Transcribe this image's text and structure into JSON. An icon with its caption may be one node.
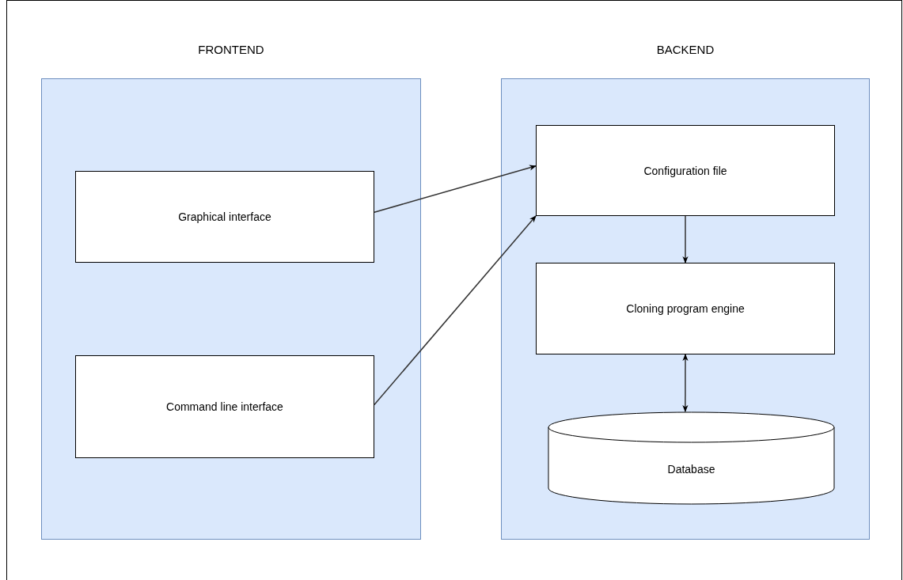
{
  "diagram": {
    "nodes": [
      {
        "text": [
          "FRONTEND"
        ]
      },
      {
        "text": [
          "Graphical interface"
        ],
        "in": 0
      },
      {
        "text": [
          "Command line interface"
        ],
        "in": 0
      },
      {
        "text": [
          "BACKEND"
        ]
      },
      {
        "text": [
          "Configuration file"
        ],
        "in": 3
      },
      {
        "text": [
          "Cloning program engine"
        ],
        "in": 3
      },
      {
        "text": [
          "Database"
        ],
        "in": 3
      }
    ],
    "edges": [
      {
        "from": 1,
        "to": 4,
        "arrow": "to"
      },
      {
        "from": 2,
        "to": 4,
        "arrow": "to"
      },
      {
        "from": 4,
        "to": 5,
        "arrow": "to"
      },
      {
        "from": 5,
        "to": 6,
        "arrow": "both"
      }
    ]
  }
}
